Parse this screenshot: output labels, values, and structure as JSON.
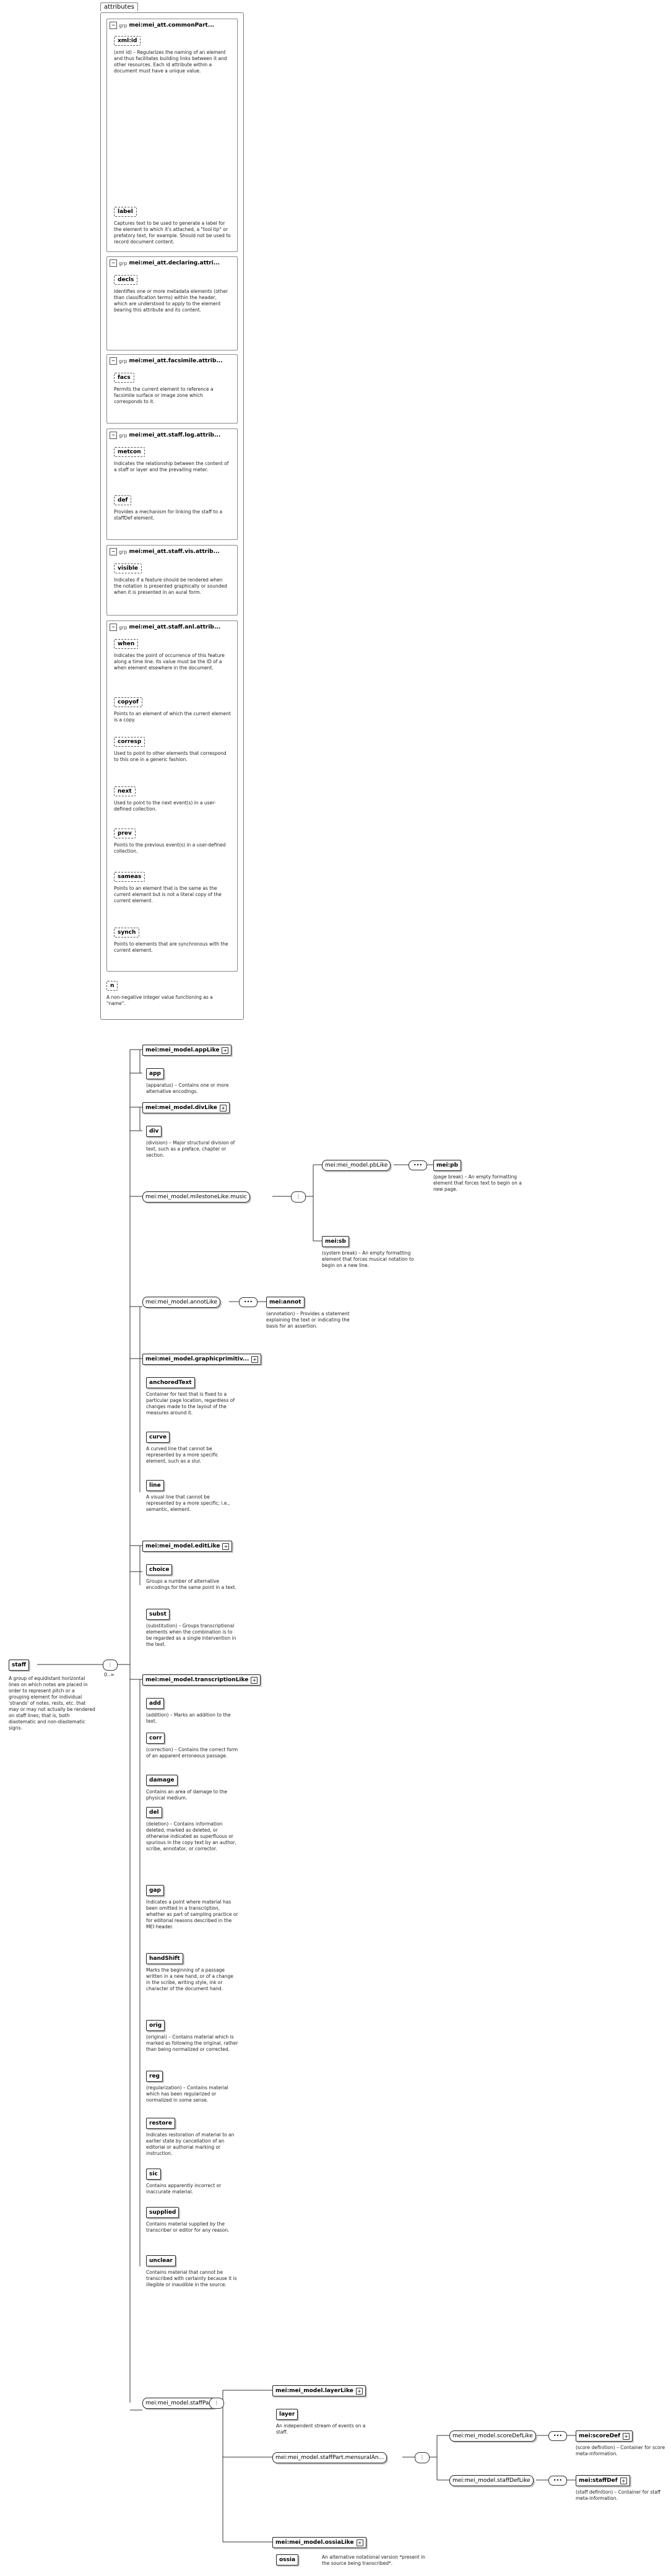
{
  "attributes_tab": "attributes",
  "root": {
    "name": "staff",
    "description": "A group of equidistant horizontal lines on which notes are placed in order to represent pitch or a grouping element for individual 'strands' of notes, rests, etc. that may or may not actually be rendered on staff lines; that is, both diastematic and non-diastematic signs."
  },
  "root_choice": {
    "label": "",
    "cardinality": "0..∞"
  },
  "groups": [
    {
      "name": "mei:mei_att.commonPart...",
      "attrs": [
        {
          "name": "xml:id",
          "desc": "(xml id) – Regularizes the naming of an element and thus facilitates building links between it and other resources. Each id attribute within a document must have a unique value."
        },
        {
          "name": "label",
          "desc": "Captures text to be used to generate a label for the element to which it's attached, a \"tool tip\" or prefatory text, for example. Should not be used to record document content."
        }
      ]
    },
    {
      "name": "mei:mei_att.declaring.attri...",
      "attrs": [
        {
          "name": "decls",
          "desc": "Identifies one or more metadata elements (other than classification terms) within the header, which are understood to apply to the element bearing this attribute and its content."
        }
      ]
    },
    {
      "name": "mei:mei_att.facsimile.attrib...",
      "attrs": [
        {
          "name": "facs",
          "desc": "Permits the current element to reference a facsimile surface or image zone which corresponds to it."
        }
      ]
    },
    {
      "name": "mei:mei_att.staff.log.attrib...",
      "attrs": [
        {
          "name": "metcon",
          "desc": "Indicates the relationship between the content of a staff or layer and the prevailing meter."
        },
        {
          "name": "def",
          "desc": "Provides a mechanism for linking the staff to a staffDef element."
        }
      ]
    },
    {
      "name": "mei:mei_att.staff.vis.attrib...",
      "attrs": [
        {
          "name": "visible",
          "desc": "Indicates if a feature should be rendered when the notation is presented graphically or sounded when it is presented in an aural form."
        }
      ]
    },
    {
      "name": "mei:mei_att.staff.anl.attrib...",
      "attrs": [
        {
          "name": "when",
          "desc": "Indicates the point of occurrence of this feature along a time line. Its value must be the ID of a when element elsewhere in the document."
        },
        {
          "name": "copyof",
          "desc": "Points to an element of which the current element is a copy."
        },
        {
          "name": "corresp",
          "desc": "Used to point to other elements that correspond to this one in a generic fashion."
        },
        {
          "name": "next",
          "desc": "Used to point to the next event(s) in a user-defined collection."
        },
        {
          "name": "prev",
          "desc": "Points to the previous event(s) in a user-defined collection."
        },
        {
          "name": "sameas",
          "desc": "Points to an element that is the same as the current element but is not a literal copy of the current element."
        },
        {
          "name": "synch",
          "desc": "Points to elements that are synchronous with the current element."
        }
      ]
    }
  ],
  "n_attr": {
    "name": "n",
    "desc": "A non-negative integer value functioning as a \"name\"."
  },
  "model_groups": [
    {
      "name": "mei:mei_model.appLike",
      "children": [
        {
          "name": "app",
          "desc": "(apparatus) – Contains one or more alternative encodings."
        }
      ]
    },
    {
      "name": "mei:mei_model.divLike",
      "children": [
        {
          "name": "div",
          "desc": "(division) – Major structural division of text, such as a preface, chapter or section."
        }
      ]
    },
    {
      "name": "mei:mei_model.milestoneLike.music",
      "children": []
    },
    {
      "name": "mei:mei_model.pbLike",
      "children": [
        {
          "name": "mei:pb",
          "desc": "(page break) – An empty formatting element that forces text to begin on a new page."
        }
      ]
    },
    {
      "name": "mei:sb",
      "desc": "(system break) – An empty formatting element that forces musical notation to begin on a new line."
    },
    {
      "name": "mei:mei_model.annotLike",
      "children": [
        {
          "name": "mei:annot",
          "desc": "(annotation) – Provides a statement explaining the text or indicating the basis for an assertion."
        }
      ]
    },
    {
      "name": "mei:mei_model.graphicprimitiv...",
      "children": [
        {
          "name": "anchoredText",
          "desc": "Container for text that is fixed to a particular page location, regardless of changes made to the layout of the measures around it."
        },
        {
          "name": "curve",
          "desc": "A curved line that cannot be represented by a more specific element, such as a slur."
        },
        {
          "name": "line",
          "desc": "A visual line that cannot be represented by a more specific; i.e., semantic, element."
        }
      ]
    },
    {
      "name": "mei:mei_model.editLike",
      "children": [
        {
          "name": "choice",
          "desc": "Groups a number of alternative encodings for the same point in a text."
        },
        {
          "name": "subst",
          "desc": "(substitution) – Groups transcriptional elements when the combination is to be regarded as a single intervention in the text."
        }
      ]
    },
    {
      "name": "mei:mei_model.transcriptionLike",
      "children": [
        {
          "name": "add",
          "desc": "(addition) – Marks an addition to the text."
        },
        {
          "name": "corr",
          "desc": "(correction) – Contains the correct form of an apparent erroneous passage."
        },
        {
          "name": "damage",
          "desc": "Contains an area of damage to the physical medium."
        },
        {
          "name": "del",
          "desc": "(deletion) – Contains information deleted, marked as deleted, or otherwise indicated as superfluous or spurious in the copy text by an author, scribe, annotator, or corrector."
        },
        {
          "name": "gap",
          "desc": "Indicates a point where material has been omitted in a transcription, whether as part of sampling practice or for editorial reasons described in the MEI header."
        },
        {
          "name": "handShift",
          "desc": "Marks the beginning of a passage written in a new hand, or of a change in the scribe, writing style, ink or character of the document hand."
        },
        {
          "name": "orig",
          "desc": "(original) – Contains material which is marked as following the original, rather than being normalized or corrected."
        },
        {
          "name": "reg",
          "desc": "(regularization) – Contains material which has been regularized or normalized in some sense."
        },
        {
          "name": "restore",
          "desc": "Indicates restoration of material to an earlier state by cancellation of an editorial or authorial marking or instruction."
        },
        {
          "name": "sic",
          "desc": "Contains apparently incorrect or inaccurate material."
        },
        {
          "name": "supplied",
          "desc": "Contains material supplied by the transcriber or editor for any reason."
        },
        {
          "name": "unclear",
          "desc": "Contains material that cannot be transcribed with certainty because it is illegible or inaudible in the source."
        }
      ]
    },
    {
      "name": "mei:mei_model.staffPart",
      "children": []
    },
    {
      "name": "mei:mei_model.layerLike",
      "children": [
        {
          "name": "layer",
          "desc": "An independent stream of events on a staff."
        }
      ]
    },
    {
      "name": "mei:mei_model.staffPart.mensuralAn...",
      "children": []
    },
    {
      "name": "mei:mei_model.scoreDefLike",
      "children": [
        {
          "name": "mei:scoreDef",
          "desc": "(score definition) – Container for score meta-information."
        }
      ]
    },
    {
      "name": "mei:mei_model.staffDefLike",
      "children": [
        {
          "name": "mei:staffDef",
          "desc": "(staff definition) – Container for staff meta-information."
        }
      ]
    },
    {
      "name": "mei:mei_model.ossiaLike",
      "children": [
        {
          "name": "ossia",
          "desc": "An alternative notational version *present in the source being transcribed*."
        }
      ]
    }
  ]
}
